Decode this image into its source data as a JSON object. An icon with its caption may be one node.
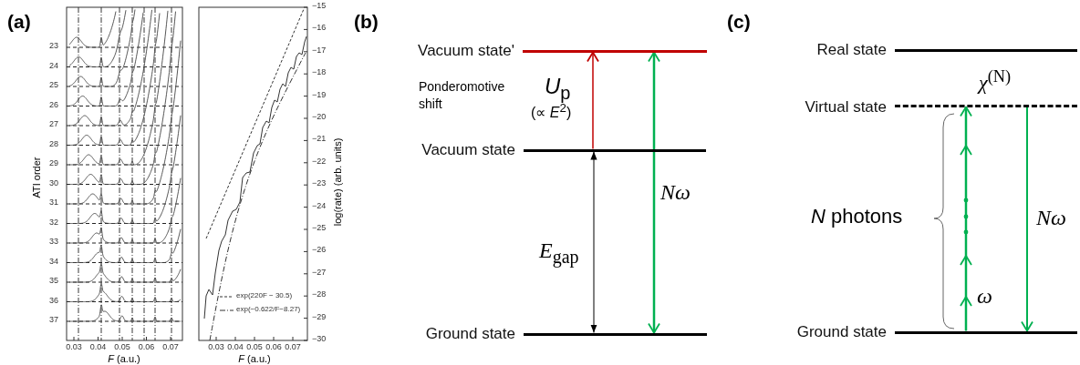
{
  "diagram": {
    "nodes": [
      {
        "text": [
          "Vacuum state'"
        ]
      },
      {
        "text": [
          "Vacuum state"
        ]
      },
      {
        "text": [
          "Ground state"
        ]
      },
      {
        "text": [
          "Real state"
        ]
      },
      {
        "text": [
          "Virtual state"
        ]
      },
      {
        "text": [
          "Ground state"
        ]
      }
    ],
    "edges": [
      {
        "from": 1,
        "to": 0,
        "arrow": "to",
        "color": "#c00000",
        "label": "*U*$_{p}$"
      },
      {
        "from": 2,
        "to": 1,
        "arrow": "both",
        "color": "#000000",
        "label": "*E*$_{gap}$"
      },
      {
        "from": 2,
        "to": 0,
        "arrow": "both",
        "label": "Nω"
      },
      {
        "from": 5,
        "to": 4,
        "arrow": "to",
        "label": "ω"
      },
      {
        "from": 4,
        "to": 5,
        "arrow": "to",
        "label": "Nω"
      }
    ],
    "labels": [
      "(a)",
      "ATI order",
      "23",
      "24",
      "25",
      "26",
      "27",
      "28",
      "29",
      "30",
      "31",
      "32",
      "33",
      "34",
      "35",
      "36",
      "37",
      "0.03",
      "0.04",
      "0.05",
      "0.06",
      "0.07",
      "*F* (a.u.)",
      "−15",
      "−16",
      "−17",
      "−18",
      "−19",
      "−20",
      "−21",
      "−22",
      "−23",
      "−24",
      "−25",
      "−26",
      "−27",
      "−28",
      "−29",
      "−30",
      "log(rate) (arb. units)",
      "0.03",
      "0.04",
      "0.05",
      "0.06",
      "0.07",
      "*F* (a.u.)",
      "(b)",
      "Ponderomotive shift",
      "(∝ *E*$^{2}$)",
      "(c)",
      "*χ*$^{(N)}$",
      "*N* photons"
    ],
    "legend": [
      {
        "text": "exp(220F − 30.5)"
      },
      {
        "text": "exp(−0.622/F−8.27)"
      }
    ]
  }
}
